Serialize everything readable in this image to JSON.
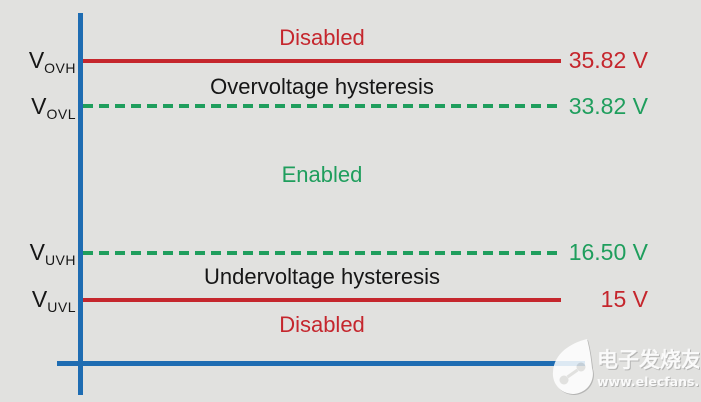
{
  "diagram": {
    "background_color": "#e1e1df",
    "colors": {
      "red": "#c5262d",
      "green": "#1f9e5d",
      "blue_axis": "#1e6cb2",
      "black_text": "#161616"
    },
    "zones": {
      "top_disabled": "Disabled",
      "overvoltage_hysteresis": "Overvoltage hysteresis",
      "enabled": "Enabled",
      "undervoltage_hysteresis": "Undervoltage hysteresis",
      "bottom_disabled": "Disabled"
    },
    "thresholds": [
      {
        "symbol": "V",
        "subscript": "OVH",
        "value": "35.82 V",
        "line_style": "solid",
        "color": "red"
      },
      {
        "symbol": "V",
        "subscript": "OVL",
        "value": "33.82 V",
        "line_style": "dashed",
        "color": "green"
      },
      {
        "symbol": "V",
        "subscript": "UVH",
        "value": "16.50 V",
        "line_style": "dashed",
        "color": "green"
      },
      {
        "symbol": "V",
        "subscript": "UVL",
        "value": "15 V",
        "line_style": "solid",
        "color": "red"
      }
    ],
    "watermark": {
      "brand": "电子发烧友",
      "site": "www.elecfans.com"
    }
  }
}
